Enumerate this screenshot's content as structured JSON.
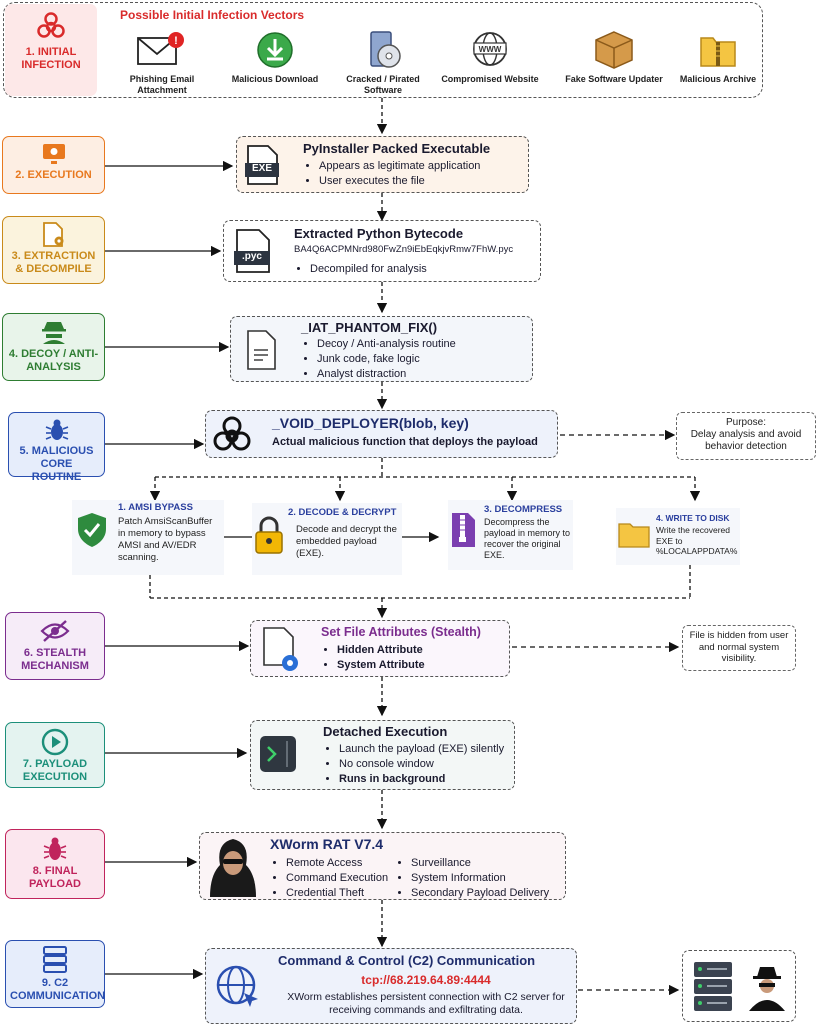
{
  "colors": {
    "red": "#d92b2b",
    "orange": "#e8781e",
    "gold": "#c98a1a",
    "green": "#2e7d32",
    "blue": "#2a4fb0",
    "purple": "#7b2d8e",
    "teal": "#1c8f7a",
    "magenta": "#c0245c",
    "navy": "#2a3f9e"
  },
  "infection": {
    "stage_label": "1. INITIAL INFECTION",
    "header": "Possible Initial Infection Vectors",
    "vectors": [
      {
        "label": "Phishing Email Attachment",
        "icon": "email-alert-icon"
      },
      {
        "label": "Malicious Download",
        "icon": "download-icon"
      },
      {
        "label": "Cracked / Pirated Software",
        "icon": "software-disc-icon"
      },
      {
        "label": "Compromised Website",
        "icon": "globe-www-icon"
      },
      {
        "label": "Fake Software Updater",
        "icon": "package-box-icon"
      },
      {
        "label": "Malicious Archive",
        "icon": "zip-folder-icon"
      }
    ]
  },
  "execution": {
    "stage_label": "2. EXECUTION",
    "file_badge": "EXE",
    "title": "PyInstaller Packed Executable",
    "bullets": [
      "Appears as legitimate application",
      "User executes the file"
    ]
  },
  "extraction": {
    "stage_label": "3. EXTRACTION & DECOMPILE",
    "file_badge": ".pyc",
    "title": "Extracted Python Bytecode",
    "filename": "BA4Q6ACPMNrd980FwZn9iEbEqkjvRmw7FhW.pyc",
    "bullets": [
      "Decompiled for analysis"
    ]
  },
  "decoy": {
    "stage_label": "4. DECOY / ANTI-ANALYSIS",
    "title": "_IAT_PHANTOM_FIX()",
    "bullets": [
      "Decoy / Anti-analysis routine",
      "Junk code, fake logic",
      "Analyst distraction"
    ]
  },
  "core": {
    "stage_label": "5. MALICIOUS CORE ROUTINE",
    "title": "_VOID_DEPLOYER(blob, key)",
    "subtitle": "Actual malicious function that deploys the payload",
    "purpose_title": "Purpose:",
    "purpose_text": "Delay analysis and avoid behavior detection"
  },
  "steps": [
    {
      "title": "1. AMSI BYPASS",
      "text": "Patch AmsiScanBuffer in memory to bypass AMSI and AV/EDR scanning."
    },
    {
      "title": "2. DECODE & DECRYPT",
      "text": "Decode and decrypt the embedded payload (EXE)."
    },
    {
      "title": "3. DECOMPRESS",
      "text": "Decompress the payload in memory to recover the original EXE."
    },
    {
      "title": "4. WRITE TO DISK",
      "text": "Write the recovered EXE to %LOCALAPPDATA%"
    }
  ],
  "stealth": {
    "stage_label": "6. STEALTH MECHANISM",
    "title": "Set File Attributes (Stealth)",
    "bullets": [
      "Hidden Attribute",
      "System Attribute"
    ],
    "note": "File is hidden from user and normal system visibility."
  },
  "payload_exec": {
    "stage_label": "7. PAYLOAD EXECUTION",
    "title": "Detached Execution",
    "bullets": [
      "Launch the payload (EXE) silently",
      "No console window",
      "Runs in background"
    ]
  },
  "final": {
    "stage_label": "8. FINAL PAYLOAD",
    "title": "XWorm RAT V7.4",
    "col1": [
      "Remote Access",
      "Command Execution",
      "Credential Theft"
    ],
    "col2": [
      "Surveillance",
      "System Information",
      "Secondary Payload Delivery"
    ]
  },
  "c2": {
    "stage_label": "9. C2 COMMUNICATION",
    "title": "Command & Control (C2) Communication",
    "address": "tcp://68.219.64.89:4444",
    "text": "XWorm establishes persistent connection with C2 server for receiving commands and exfiltrating data."
  }
}
